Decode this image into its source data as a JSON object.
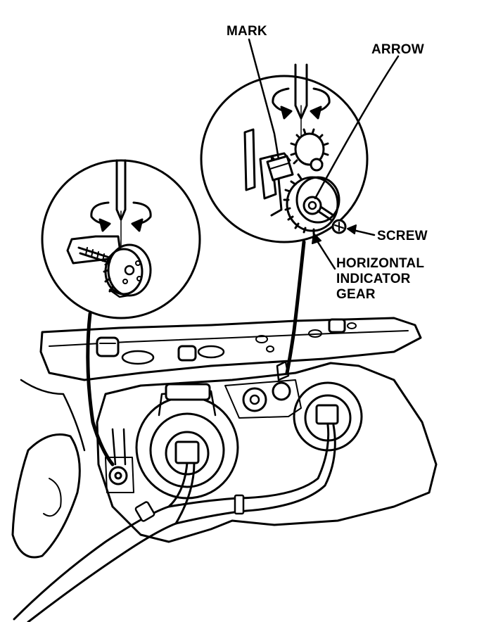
{
  "labels": {
    "mark": "MARK",
    "arrow": "ARROW",
    "screw": "SCREW",
    "horizontal_indicator_gear": [
      "HORIZONTAL",
      "INDICATOR",
      "GEAR"
    ]
  },
  "colors": {
    "ink": "#000000",
    "paper": "#ffffff"
  }
}
